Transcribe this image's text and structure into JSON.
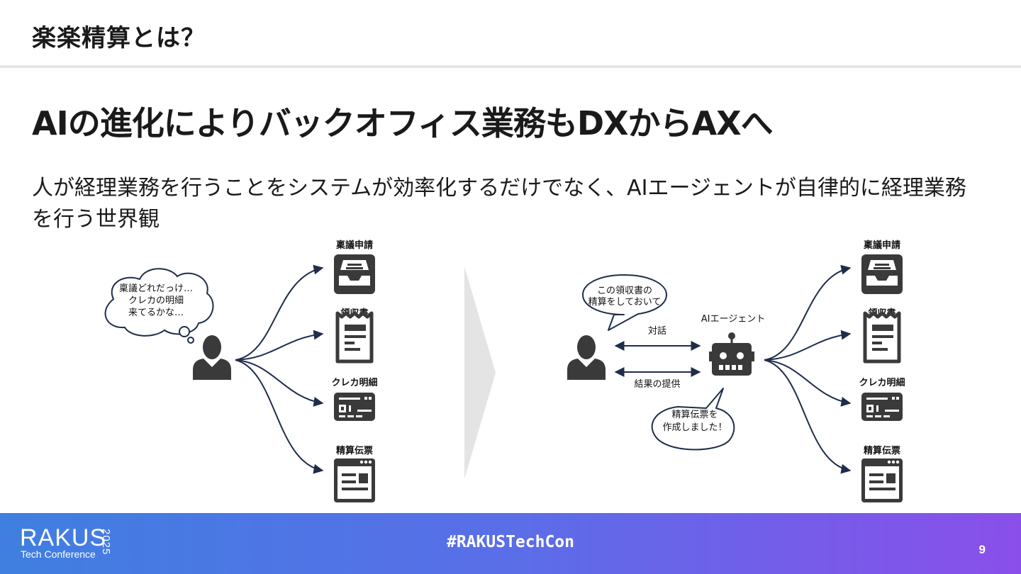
{
  "header": {
    "section_title": "楽楽精算とは？"
  },
  "slide": {
    "headline": "AIの進化によりバックオフィス業務もDXからAXへ",
    "description_lines": [
      "人が経理業務を行うことをシステムが効率化するだけでなく、AIエージェントが自律的に経理業務",
      "を行う世界観"
    ]
  },
  "diagram": {
    "left": {
      "thought_bubble": [
        "稟議どれだっけ…",
        "クレカの明細",
        "来てるかな…"
      ],
      "items": [
        "稟議申請",
        "領収書",
        "クレカ明細",
        "精算伝票"
      ]
    },
    "right": {
      "user_bubble": [
        "この領収書の",
        "精算をしておいて"
      ],
      "agent_label": "AIエージェント",
      "arrow_top_label": "対話",
      "arrow_bottom_label": "結果の提供",
      "agent_bubble": [
        "精算伝票を",
        "作成しました！"
      ],
      "items": [
        "稟議申請",
        "領収書",
        "クレカ明細",
        "精算伝票"
      ]
    }
  },
  "footer": {
    "logo_main": "RAKUS",
    "logo_sub": "Tech Conference",
    "logo_year": "2025",
    "hashtag": "#RAKUSTechCon",
    "page_number": "9"
  },
  "colors": {
    "icon": "#3a3a3a",
    "arrow": "#1e2d4a",
    "footer_start": "#3f7fe0",
    "footer_end": "#8a4fea"
  }
}
